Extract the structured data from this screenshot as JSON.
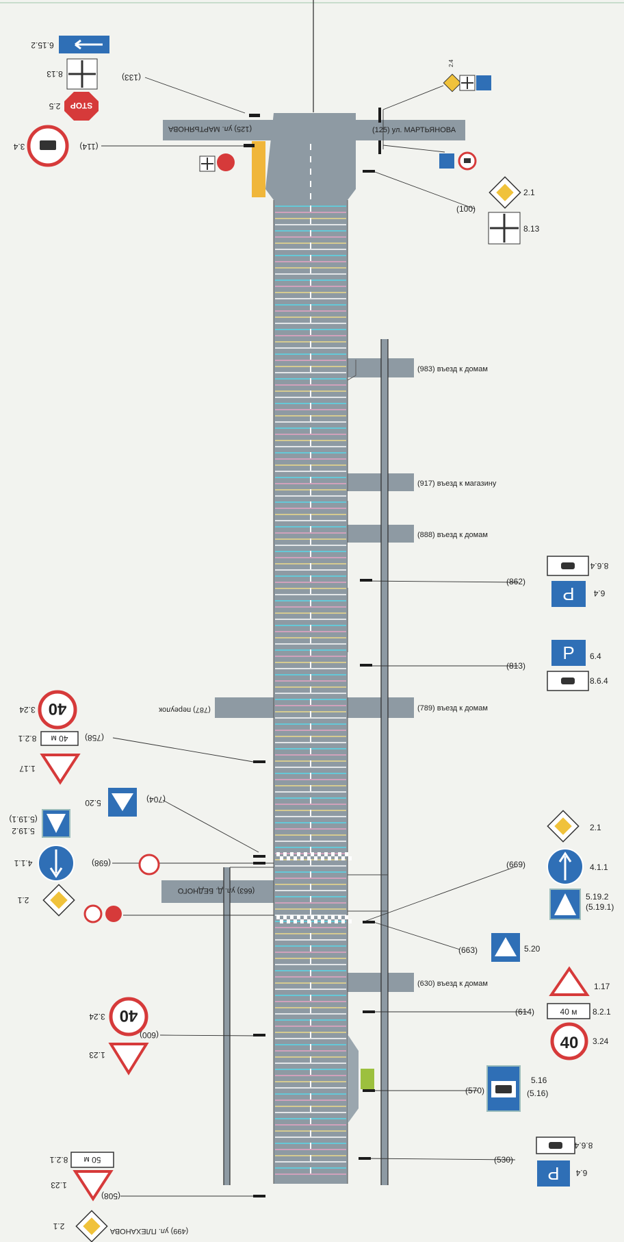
{
  "streets": {
    "top_left": "(125) ул. МАРТЬЯНОВА",
    "top_right": "(125) ул. МАРТЬЯНОВА",
    "mid_left": "(663) ул. Д. БЕДНОГО",
    "bottom_left": "(499) ул. ПЛЕХАНОВА",
    "left_lane": "(787) переулок"
  },
  "driveways": [
    {
      "label": "(983) въезд к домам"
    },
    {
      "label": "(917) въезд к магазину"
    },
    {
      "label": "(888) въезд к домам"
    },
    {
      "label": "(789) въезд к домам"
    },
    {
      "label": "(630) въезд к домам"
    }
  ],
  "left_groups": [
    {
      "station": "(133)",
      "codes": [
        "6.15.2",
        "8.13",
        "2.5"
      ]
    },
    {
      "station": "(114)",
      "codes": [
        "3.4"
      ]
    },
    {
      "station": "",
      "codes": [
        "8.13",
        "2.5"
      ]
    },
    {
      "station": "(758)",
      "codes": [
        "3.24",
        "8.2.1",
        "1.17"
      ]
    },
    {
      "station": "(704)",
      "codes": [
        "5.20"
      ]
    },
    {
      "station": "",
      "codes": [
        "5.19.2",
        "(5.19.1)"
      ]
    },
    {
      "station": "(698)",
      "codes": [
        "4.1.1"
      ]
    },
    {
      "station": "",
      "codes": [
        "2.1",
        "3.4",
        "2.5"
      ]
    },
    {
      "station": "(600)",
      "codes": [
        "3.24",
        "1.23"
      ]
    },
    {
      "station": "(508)",
      "codes": [
        "8.2.1",
        "1.23",
        "2.1"
      ]
    }
  ],
  "right_groups": [
    {
      "station": "",
      "codes": [
        "2.4",
        "8.13",
        "5.19.2",
        "(5.19.1)"
      ]
    },
    {
      "station": "",
      "codes": [
        "5.19.2",
        "(5.19.1)",
        "3.4"
      ]
    },
    {
      "station": "(100)",
      "codes": [
        "2.1",
        "8.13"
      ]
    },
    {
      "station": "(862)",
      "codes": [
        "8.6.4",
        "6.4"
      ]
    },
    {
      "station": "(813)",
      "codes": [
        "6.4",
        "8.6.4"
      ]
    },
    {
      "station": "(669)",
      "codes": [
        "2.1",
        "4.1.1",
        "5.19.2",
        "(5.19.1)"
      ]
    },
    {
      "station": "(663)",
      "codes": [
        "5.20"
      ]
    },
    {
      "station": "(614)",
      "codes": [
        "1.17",
        "8.2.1",
        "3.24"
      ]
    },
    {
      "station": "(570)",
      "codes": [
        "5.16",
        "(5.16)"
      ]
    },
    {
      "station": "(530)",
      "codes": [
        "8.6.4",
        "6.4"
      ]
    }
  ],
  "sign_text": {
    "stop": "STOP",
    "speed": "40",
    "dist_40": "40 м",
    "dist_50": "50 м",
    "parking": "P"
  },
  "colors": {
    "road": "#8e9aa3",
    "lane_cyan": "#57d7e8",
    "lane_pink": "#e6a3c3",
    "lane_yellow": "#ecd98a",
    "sign_blue": "#2f6fb6",
    "sign_red": "#d63a3a",
    "sign_yellow": "#f0c23b",
    "bus_stop": "#f0b63a"
  }
}
